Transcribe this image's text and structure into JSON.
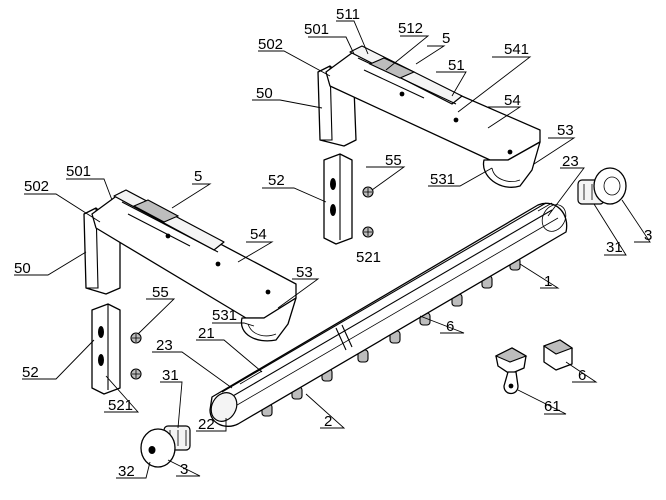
{
  "figure": {
    "callouts": {
      "c501_top": "501",
      "c511": "511",
      "c512": "512",
      "c5_top": "5",
      "c502_top": "502",
      "c541": "541",
      "c51": "51",
      "c50_top": "50",
      "c54_top": "54",
      "c53_top": "53",
      "c23_right": "23",
      "c55_mid": "55",
      "c52_mid": "52",
      "c531_top": "531",
      "c501_left": "501",
      "c5_left": "5",
      "c502_left": "502",
      "c54_left": "54",
      "c3_right": "3",
      "c31_right": "31",
      "c521_mid": "521",
      "c50_left": "50",
      "c53_left": "53",
      "c1": "1",
      "c55_left": "55",
      "c531_left": "531",
      "c6_rail": "6",
      "c21": "21",
      "c23_left": "23",
      "c6_right": "6",
      "c52_left": "52",
      "c61": "61",
      "c521_left": "521",
      "c2": "2",
      "c31_left": "31",
      "c22": "22",
      "c32": "32",
      "c3_left": "3"
    }
  }
}
